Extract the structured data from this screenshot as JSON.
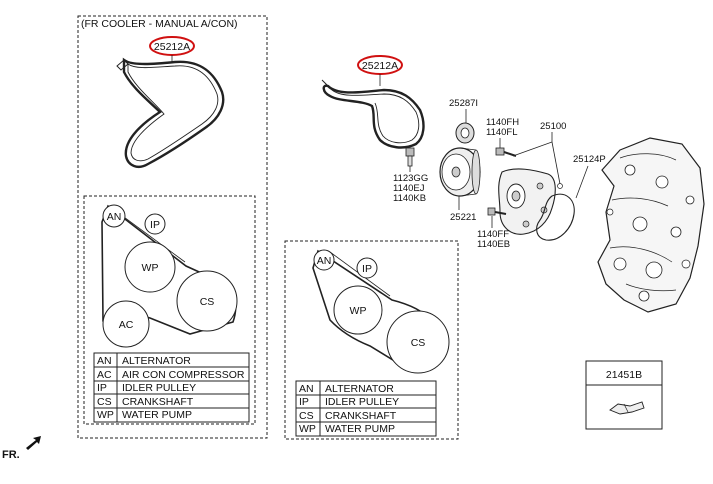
{
  "left_panel": {
    "title": "(FR COOLER - MANUAL A/CON)",
    "part_no": "25212A",
    "pulleys": {
      "an": "AN",
      "ip": "IP",
      "wp": "WP",
      "ac": "AC",
      "cs": "CS"
    },
    "legend": [
      {
        "code": "AN",
        "name": "ALTERNATOR"
      },
      {
        "code": "AC",
        "name": "AIR CON COMPRESSOR"
      },
      {
        "code": "IP",
        "name": "IDLER PULLEY"
      },
      {
        "code": "CS",
        "name": "CRANKSHAFT"
      },
      {
        "code": "WP",
        "name": "WATER PUMP"
      }
    ]
  },
  "right_panel": {
    "part_no": "25212A",
    "pulleys": {
      "an": "AN",
      "ip": "IP",
      "wp": "WP",
      "cs": "CS"
    },
    "legend": [
      {
        "code": "AN",
        "name": "ALTERNATOR"
      },
      {
        "code": "IP",
        "name": "IDLER PULLEY"
      },
      {
        "code": "CS",
        "name": "CRANKSHAFT"
      },
      {
        "code": "WP",
        "name": "WATER PUMP"
      }
    ]
  },
  "parts": {
    "idler": "25287I",
    "bolt_fh": "1140FH",
    "bolt_fl": "1140FL",
    "pump": "25100",
    "gasket": "25124P",
    "pulley_bolt_a": "1123GG",
    "pulley_bolt_b": "1140EJ",
    "pulley_bolt_c": "1140KB",
    "pulley": "25221",
    "bolt_ff": "1140FF",
    "bolt_eb": "1140EB",
    "clip": "21451B"
  },
  "direction": "FR.",
  "colors": {
    "highlight": "#d01010",
    "line": "#111111"
  }
}
